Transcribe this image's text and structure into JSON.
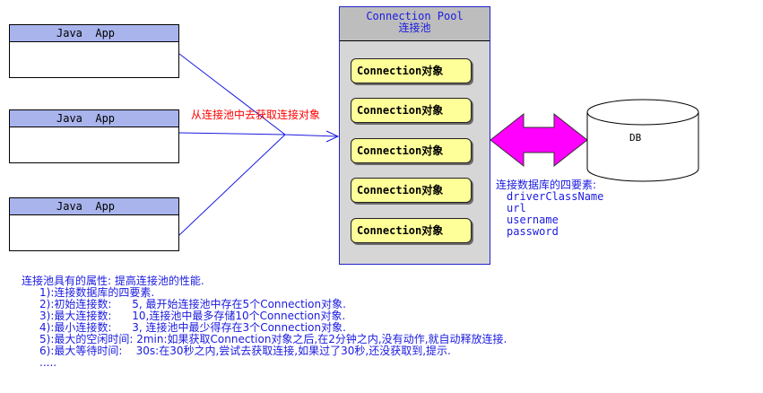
{
  "apps": [
    {
      "label": "Java  App"
    },
    {
      "label": "Java  App"
    },
    {
      "label": "Java  App"
    }
  ],
  "pool": {
    "title": "Connection Pool",
    "subtitle": "连接池",
    "connections": [
      {
        "label": "Connection对象"
      },
      {
        "label": "Connection对象"
      },
      {
        "label": "Connection对象"
      },
      {
        "label": "Connection对象"
      },
      {
        "label": "Connection对象"
      }
    ]
  },
  "arrow_label": "从连接池中去获取连接对象",
  "db": {
    "label": "DB"
  },
  "requirements": {
    "title": "连接数据库的四要素:",
    "items": [
      "driverClassName",
      "url",
      "username",
      "password"
    ]
  },
  "properties": {
    "title": "连接池具有的属性: 提高连接池的性能.",
    "items": [
      "1):连接数据库的四要素.",
      "2):初始连接数:      5, 最开始连接池中存在5个Connection对象.",
      "3):最大连接数:      10,连接池中最多存储10个Connection对象.",
      "4):最小连接数:      3, 连接池中最少得存在3个Connection对象.",
      "5):最大的空闲时间: 2min:如果获取Connection对象之后,在2分钟之内,没有动作,就自动释放连接.",
      "6):最大等待时间:    30s:在30秒之内,尝试去获取连接,如果过了30秒,还没获取到,提示.",
      "....."
    ]
  },
  "colors": {
    "app_header": "#a9b4ec",
    "connection_fill": "#ffff99",
    "arrow_magenta": "#ff00ff",
    "text_blue": "#1a1ae0",
    "label_red": "#ff0000"
  }
}
